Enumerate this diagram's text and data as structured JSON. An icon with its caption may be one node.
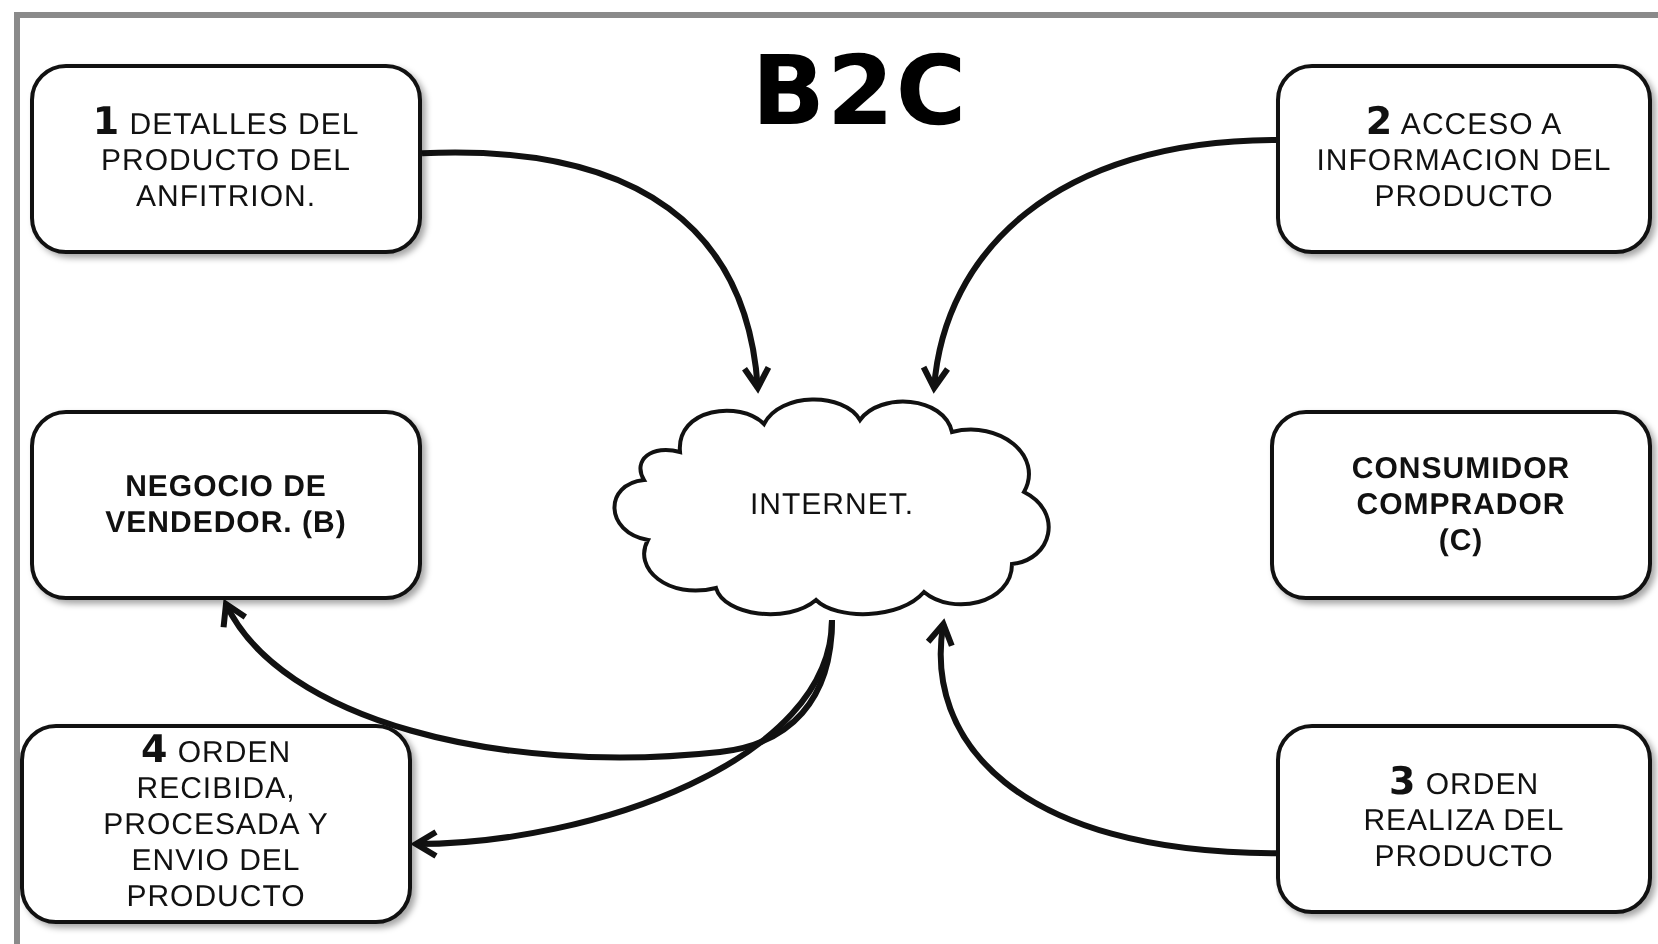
{
  "diagram": {
    "title": "B2C",
    "nodes": [
      {
        "text": [
          "**1** DETALLES DEL PRODUCTO DEL ANFITRION."
        ]
      },
      {
        "text": [
          "**2** ACCESO A INFORMACION DEL PRODUCTO"
        ]
      },
      {
        "text": [
          "NEGOCIO DE VENDEDOR. (B)"
        ]
      },
      {
        "text": [
          "INTERNET."
        ]
      },
      {
        "text": [
          "CONSUMIDOR COMPRADOR (C)"
        ]
      },
      {
        "text": [
          "**4** ORDEN RECIBIDA, PROCESADA Y ENVIO DEL PRODUCTO"
        ]
      },
      {
        "text": [
          "**3** ORDEN REALIZA DEL PRODUCTO"
        ]
      }
    ],
    "edges": [
      {
        "from": 0,
        "to": 3,
        "arrow": "to"
      },
      {
        "from": 1,
        "to": 3,
        "arrow": "to"
      },
      {
        "from": 6,
        "to": 3,
        "arrow": "to"
      },
      {
        "from": 3,
        "to": 2,
        "arrow": "to"
      },
      {
        "from": 3,
        "to": 5,
        "arrow": "to"
      }
    ]
  }
}
